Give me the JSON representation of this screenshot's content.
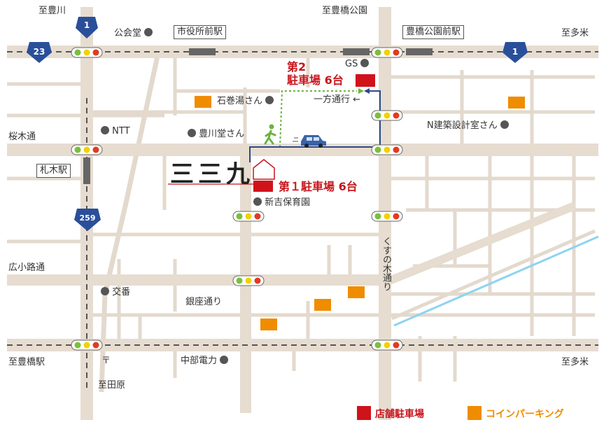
{
  "labels": {
    "to_toyokawa": "至豊川",
    "to_toyohashi_park": "至豊橋公園",
    "to_tama_top": "至多米",
    "to_tama_bottom": "至多米",
    "to_toyohashi_station": "至豊橋駅",
    "to_tahara": "至田原",
    "shiyakushomae_station": "市役所前駅",
    "toyohashi_koen_mae_station": "豊橋公園前駅",
    "fudagi_station": "札木駅",
    "kokaido": "公会堂",
    "gs": "GS",
    "ishimakiyu": "石巻湯さん",
    "ntt": "NTT",
    "toyokawado": "豊川堂さん",
    "n_kenchiku": "N建築設計室さん",
    "sakuragi_dori": "桜木通",
    "shinyoshi_hoikuen": "新吉保育園",
    "hirokoji_dori": "広小路通",
    "koban": "交番",
    "ginza_dori": "銀座通り",
    "kusunoki_dori": "くすの木通り",
    "chubu_denryoku": "中部電力",
    "post_mark": "〒",
    "one_way": "一方通行 ←"
  },
  "route_shields": {
    "route_1_top": "1",
    "route_1_right": "1",
    "route_23": "23",
    "route_259": "259"
  },
  "parking": {
    "first": "第１駐車場 6台",
    "second_line1": "第2",
    "second_line2": "駐車場 6台"
  },
  "logo": "三三九",
  "legend": {
    "store_parking": "店舗駐車場",
    "coin_parking": "コインパーキング"
  },
  "colors": {
    "store_parking": "#d0121b",
    "coin_parking": "#f08c00",
    "road": "#e6dcd0",
    "railway": "#555555",
    "river": "#8fd3f0",
    "route_shield": "#2a4f9a",
    "walk_route": "#6cb33f",
    "drive_route": "#2b4a8c"
  },
  "icons": [
    "traffic-light-icon",
    "walker-icon",
    "car-icon",
    "house-icon",
    "dot-icon"
  ]
}
